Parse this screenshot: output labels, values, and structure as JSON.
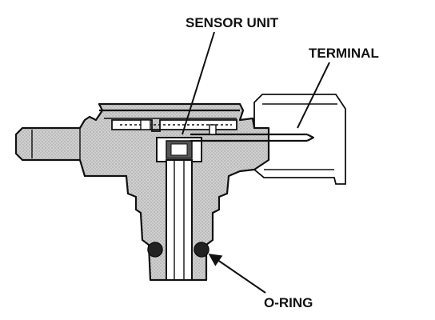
{
  "labels": {
    "sensor_unit": "SENSOR UNIT",
    "terminal": "TERMINAL",
    "o_ring": "O-RING"
  },
  "colors": {
    "line": "#111111",
    "body_fill": "#c8c8c8",
    "background": "#ffffff"
  }
}
